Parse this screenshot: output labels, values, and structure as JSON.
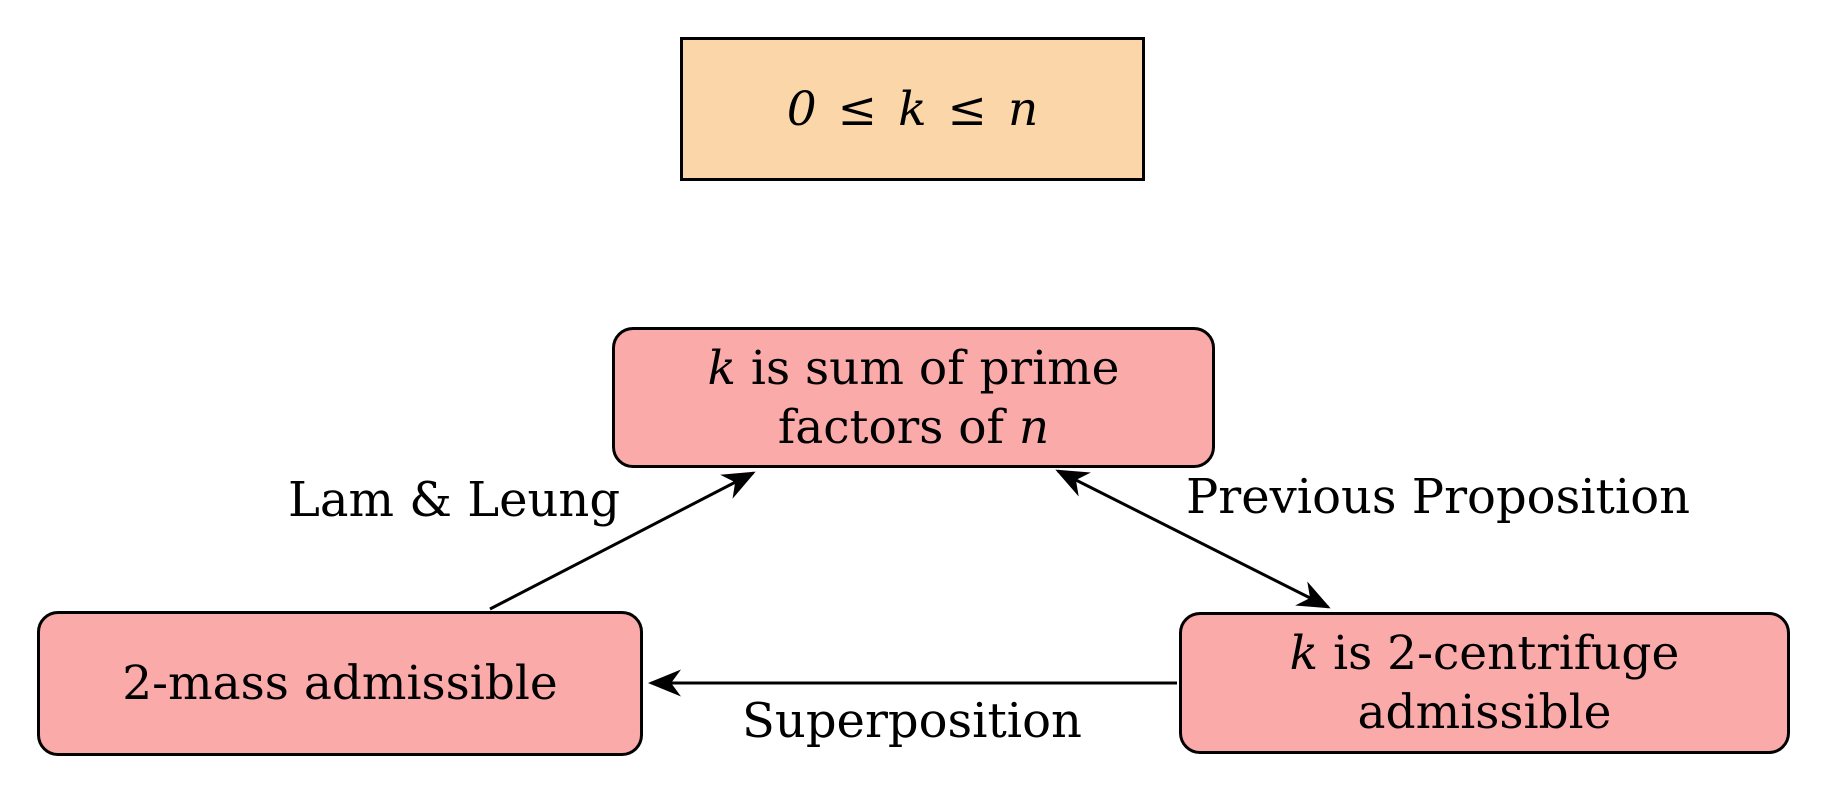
{
  "diagram": {
    "type": "implication-diagram",
    "colors": {
      "background": "#ffffff",
      "peach_fill": "#fbd6a9",
      "pink_fill": "#fbaaaa",
      "border": "#000000",
      "text": "#000000",
      "arrow": "#000000"
    },
    "nodes": {
      "constraint": {
        "expr_zero": "0",
        "expr_leq_1": "≤",
        "expr_k": "k",
        "expr_leq_2": "≤",
        "expr_n": "n"
      },
      "sum_prime": {
        "line1_var": "k",
        "line1_rest": " is sum of prime",
        "line2_pre": "factors of ",
        "line2_var": "n"
      },
      "two_mass": {
        "label": "2-mass admissible"
      },
      "centrifuge": {
        "line1_var": "k",
        "line1_rest": " is 2-centrifuge",
        "line2": "admissible"
      }
    },
    "edges": {
      "lam_leung": {
        "label": "Lam & Leung",
        "from": "two_mass",
        "to": "sum_prime",
        "bidirectional": false
      },
      "previous_proposition": {
        "label": "Previous Proposition",
        "from": "centrifuge",
        "to": "sum_prime",
        "bidirectional": true
      },
      "superposition": {
        "label": "Superposition",
        "from": "centrifuge",
        "to": "two_mass",
        "bidirectional": false
      }
    }
  }
}
